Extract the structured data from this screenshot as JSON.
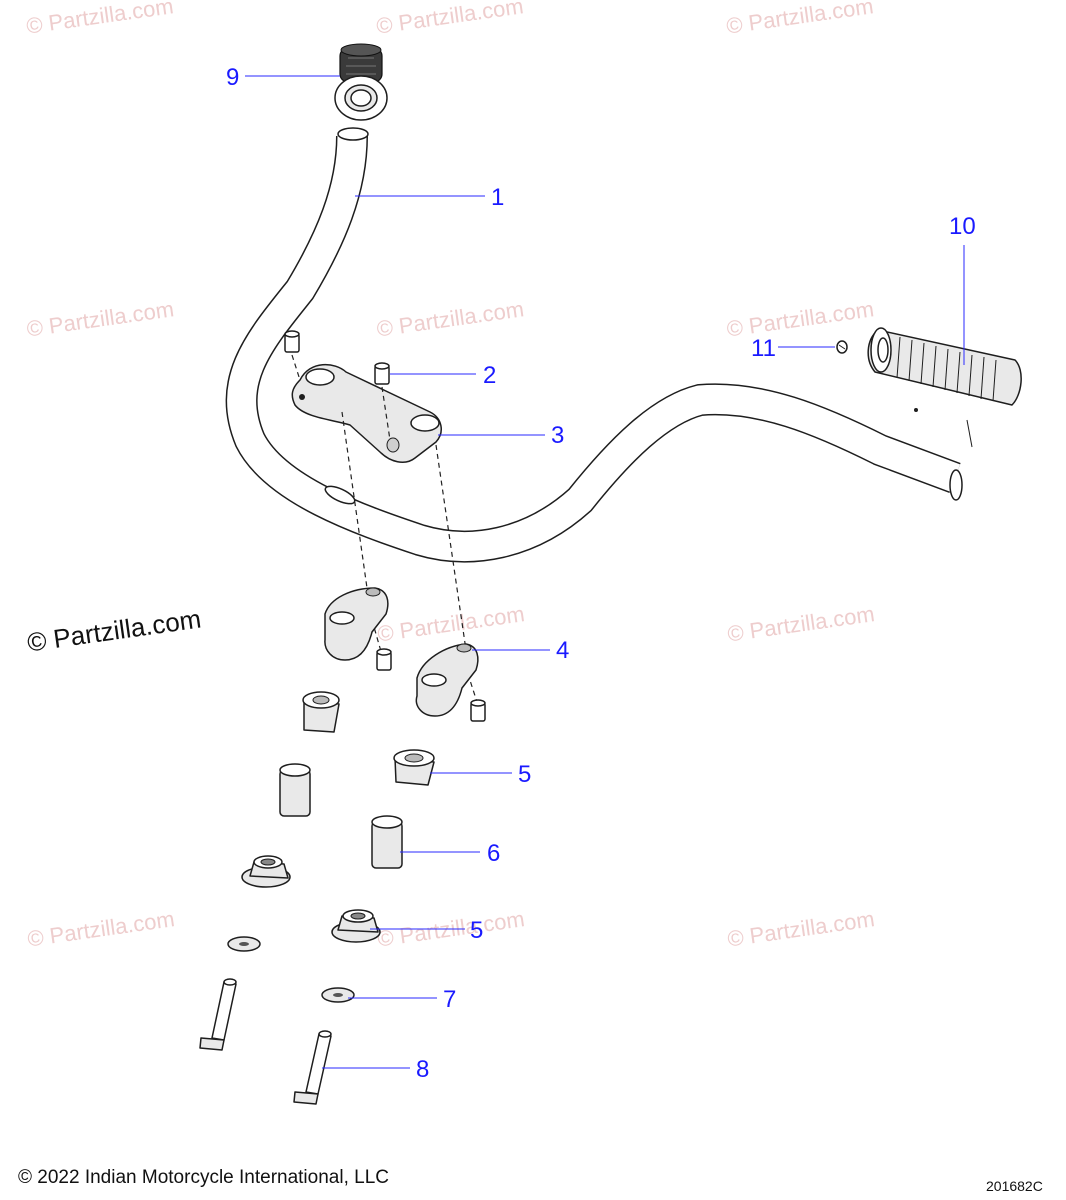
{
  "watermark": "© Partzilla.com",
  "callouts": {
    "c1": "1",
    "c2": "2",
    "c3": "3",
    "c4": "4",
    "c5a": "5",
    "c5b": "5",
    "c6": "6",
    "c7": "7",
    "c8": "8",
    "c9": "9",
    "c10": "10",
    "c11": "11"
  },
  "footer": {
    "copyright": "© 2022 Indian Motorcycle International, LLC",
    "drawing_code": "201682C"
  },
  "colors": {
    "callout": "#1a1aff",
    "watermark": "#eecdcd",
    "line": "#1e1e1e"
  }
}
